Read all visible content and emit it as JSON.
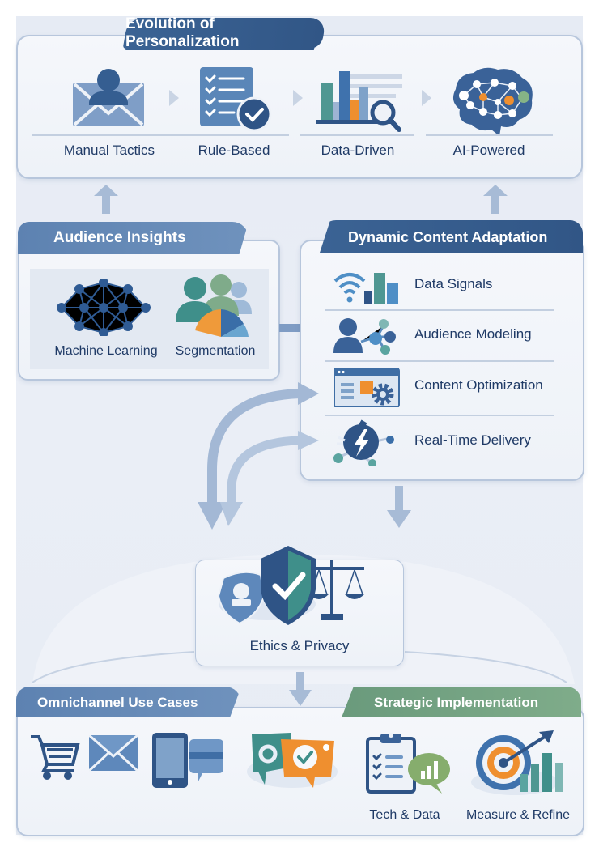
{
  "title": "Evolution of Personalization",
  "evolution": {
    "stages": [
      {
        "label": "Manual Tactics",
        "icon": "envelope-person-icon"
      },
      {
        "label": "Rule-Based",
        "icon": "checklist-icon"
      },
      {
        "label": "Data-Driven",
        "icon": "bar-chart-magnifier-icon"
      },
      {
        "label": "AI-Powered",
        "icon": "brain-network-icon"
      }
    ]
  },
  "audience_insights": {
    "title": "Audience Insights",
    "items": [
      {
        "label": "Machine Learning",
        "icon": "neural-network-icon"
      },
      {
        "label": "Segmentation",
        "icon": "people-pie-icon"
      }
    ]
  },
  "dynamic_content": {
    "title": "Dynamic Content Adaptation",
    "items": [
      {
        "label": "Data Signals",
        "icon": "wifi-bars-icon"
      },
      {
        "label": "Audience Modeling",
        "icon": "person-network-icon"
      },
      {
        "label": "Content Optimization",
        "icon": "browser-gear-icon"
      },
      {
        "label": "Real-Time Delivery",
        "icon": "lightning-hub-icon"
      }
    ]
  },
  "ethics": {
    "label": "Ethics & Privacy",
    "icon": "shield-scales-icon"
  },
  "omnichannel": {
    "title": "Omnichannel Use Cases",
    "icons": [
      "shopping-cart-icon",
      "envelope-icon",
      "mobile-chat-icon",
      "chat-bubbles-icon"
    ]
  },
  "strategic": {
    "title": "Strategic Implementation",
    "items": [
      {
        "label": "Tech & Data",
        "icon": "clipboard-chart-icon"
      },
      {
        "label": "Measure & Refine",
        "icon": "target-growth-icon"
      }
    ]
  },
  "colors": {
    "navy": "#2f5486",
    "mid_blue": "#4f7fb5",
    "teal": "#3f8f8a",
    "orange": "#ef8f2f",
    "green": "#7fab7f",
    "arrow": "#9cb2cf"
  }
}
